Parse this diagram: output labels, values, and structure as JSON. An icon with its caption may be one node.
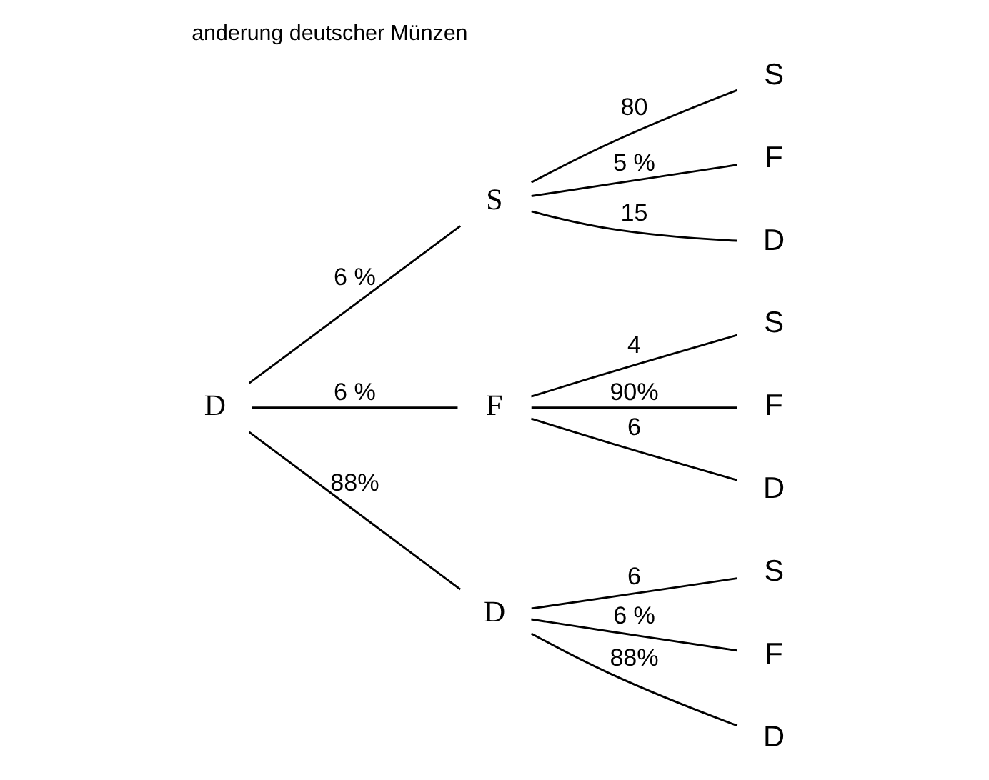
{
  "diagram": {
    "title": "anderung deutscher Münzen",
    "nodes": [
      {
        "text": [
          "D"
        ]
      },
      {
        "text": [
          "S"
        ]
      },
      {
        "text": [
          "F"
        ]
      },
      {
        "text": [
          "D"
        ]
      },
      {
        "text": [
          "S"
        ]
      },
      {
        "text": [
          "F"
        ]
      },
      {
        "text": [
          "D"
        ]
      },
      {
        "text": [
          "S"
        ]
      },
      {
        "text": [
          "F"
        ]
      },
      {
        "text": [
          "D"
        ]
      },
      {
        "text": [
          "S"
        ]
      },
      {
        "text": [
          "F"
        ]
      },
      {
        "text": [
          "D"
        ]
      }
    ],
    "edges": [
      {
        "from": 0,
        "to": 1,
        "arrow": "none",
        "label": "6 %"
      },
      {
        "from": 0,
        "to": 2,
        "arrow": "none",
        "label": "6 %"
      },
      {
        "from": 0,
        "to": 3,
        "arrow": "none",
        "label": "88%"
      },
      {
        "from": 1,
        "to": 4,
        "arrow": "none",
        "label": "80"
      },
      {
        "from": 1,
        "to": 5,
        "arrow": "none",
        "label": "5 %"
      },
      {
        "from": 1,
        "to": 6,
        "arrow": "none",
        "label": "15"
      },
      {
        "from": 2,
        "to": 7,
        "arrow": "none",
        "label": "4"
      },
      {
        "from": 2,
        "to": 8,
        "arrow": "none",
        "label": "90%"
      },
      {
        "from": 2,
        "to": 9,
        "arrow": "none",
        "label": "6"
      },
      {
        "from": 3,
        "to": 10,
        "arrow": "none",
        "label": "6"
      },
      {
        "from": 3,
        "to": 11,
        "arrow": "none",
        "label": "6 %"
      },
      {
        "from": 3,
        "to": 12,
        "arrow": "none",
        "label": "88%"
      }
    ]
  }
}
